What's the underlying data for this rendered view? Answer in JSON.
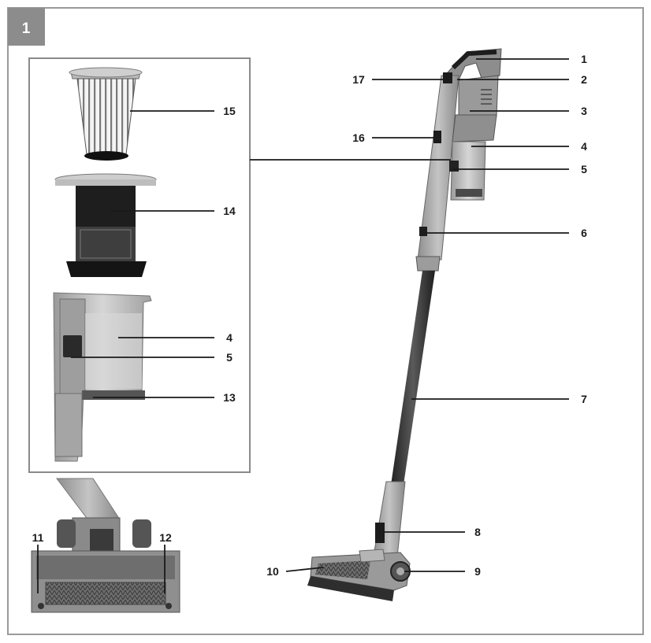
{
  "figure": {
    "number": "1"
  },
  "callouts": [
    {
      "id": "c1",
      "text": "1"
    },
    {
      "id": "c2",
      "text": "2"
    },
    {
      "id": "c3",
      "text": "3"
    },
    {
      "id": "c4",
      "text": "4"
    },
    {
      "id": "c5",
      "text": "5"
    },
    {
      "id": "c6",
      "text": "6"
    },
    {
      "id": "c7",
      "text": "7"
    },
    {
      "id": "c8",
      "text": "8"
    },
    {
      "id": "c9",
      "text": "9"
    },
    {
      "id": "c10",
      "text": "10"
    },
    {
      "id": "c11",
      "text": "11"
    },
    {
      "id": "c12",
      "text": "12"
    },
    {
      "id": "c13",
      "text": "13"
    },
    {
      "id": "c14",
      "text": "14"
    },
    {
      "id": "c15",
      "text": "15"
    },
    {
      "id": "c16",
      "text": "16"
    },
    {
      "id": "c17",
      "text": "17"
    },
    {
      "id": "c4b",
      "text": "4"
    },
    {
      "id": "c5b",
      "text": "5"
    }
  ]
}
